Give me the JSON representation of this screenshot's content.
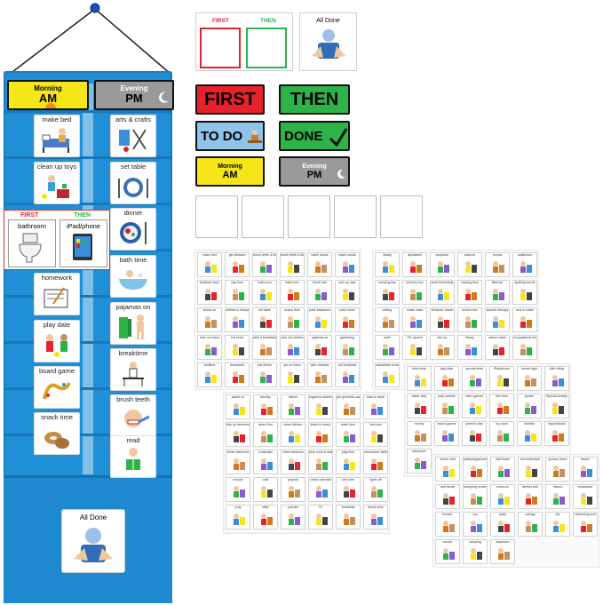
{
  "pocket_chart": {
    "header": {
      "morning": {
        "small": "Morning",
        "big": "AM"
      },
      "evening": {
        "small": "Evening",
        "big": "PM"
      }
    },
    "left_column": [
      "make bed",
      "clean up toys",
      "",
      "homework",
      "play date",
      "board game",
      "snack time"
    ],
    "right_column": [
      "arts & crafts",
      "set table",
      "dinner",
      "bath time",
      "pajamas on",
      "breaktime",
      "brush teeth",
      "read"
    ],
    "first_then_strip": {
      "first": "FIRST",
      "then": "THEN",
      "first_item": "bathroom",
      "then_item": "iPad/phone"
    },
    "all_done": "All Done"
  },
  "accessories": {
    "first_then_board": {
      "first": "FIRST",
      "then": "THEN"
    },
    "all_done_card": "All Done",
    "label_cards": {
      "first": "FIRST",
      "then": "THEN",
      "todo": "TO DO",
      "done": "DONE",
      "morning_small": "Morning",
      "morning_big": "AM",
      "evening_small": "Evening",
      "evening_big": "PM"
    }
  },
  "card_sheets": {
    "sheet1": [
      "make bed",
      "get dressed",
      "brush teeth & floss",
      "brush teeth & floss",
      "wash hands",
      "wash hands",
      "bedtime story",
      "nap time",
      "bathroom",
      "bathroom",
      "brush hair",
      "pick up toys",
      "shoes on",
      "clothes in hamper",
      "set table",
      "snack time",
      "pack backpack",
      "pack lunch",
      "take out trash",
      "eat lunch",
      "take a breakfast",
      "pick out clothes",
      "pajamas on",
      "gardening",
      "bedtime",
      "homework",
      "eat dinner",
      "put on lotion",
      "take vitamins",
      "eat breakfast"
    ],
    "sheet2": [
      "library",
      "alphabets",
      "computer",
      "science",
      "recess",
      "auditorium",
      "social group",
      "sensory box",
      "quiet time/study",
      "reading time",
      "field trip",
      "spelling words",
      "writing",
      "music class",
      "behavior check",
      "school bus",
      "speech therapy",
      "arts & crafts",
      "math",
      "P.E./sports",
      "line up",
      "library",
      "dance class",
      "occupational therapy",
      "class/table work"
    ],
    "sheet3": [
      "kid's meal",
      "play date",
      "special treat",
      "iPad/phone",
      "movie night",
      "bike riding",
      "water play",
      "play outside",
      "video games",
      "free time",
      "puzzle",
      "Special Activity",
      "money",
      "board games",
      "pretend play",
      "toy store",
      "bubbles",
      "legos/blocks",
      "sleepover"
    ],
    "sheet4": [
      "jacket on",
      "laundry",
      "dishes",
      "organize drawers",
      "put groceries away",
      "dust or clean",
      "tidy up bedroom",
      "clean floor",
      "clean kitchen",
      "listen to music",
      "wash face",
      "feed pet",
      "clean bathroom",
      "cook/bake",
      "clean windows",
      "help mom & dad",
      "play time",
      "clean/clear table",
      "recycle",
      "dust",
      "projects",
      "check calendar",
      "self-care",
      "lights off",
      "pray",
      "sitter",
      "practice",
      "TV",
      "breakfast",
      "family time"
    ],
    "sheet5": [
      "doctor visit",
      "park/playground",
      "fast foods",
      "church/temple",
      "grocery store",
      "beach",
      "visit family",
      "shopping center",
      "museum",
      "dentist visit",
      "haircut",
      "restaurant",
      "theater",
      "zoo",
      "party",
      "outings",
      "trip",
      "swimming pool",
      "school",
      "camping",
      "aquarium"
    ]
  },
  "colors": {
    "chart_blue": "#1f8fd8",
    "first_red": "#e8212b",
    "then_green": "#2db34a",
    "todo_blue": "#8fc3ea",
    "morning_yellow": "#f7e617",
    "evening_gray": "#9a9a9a"
  }
}
